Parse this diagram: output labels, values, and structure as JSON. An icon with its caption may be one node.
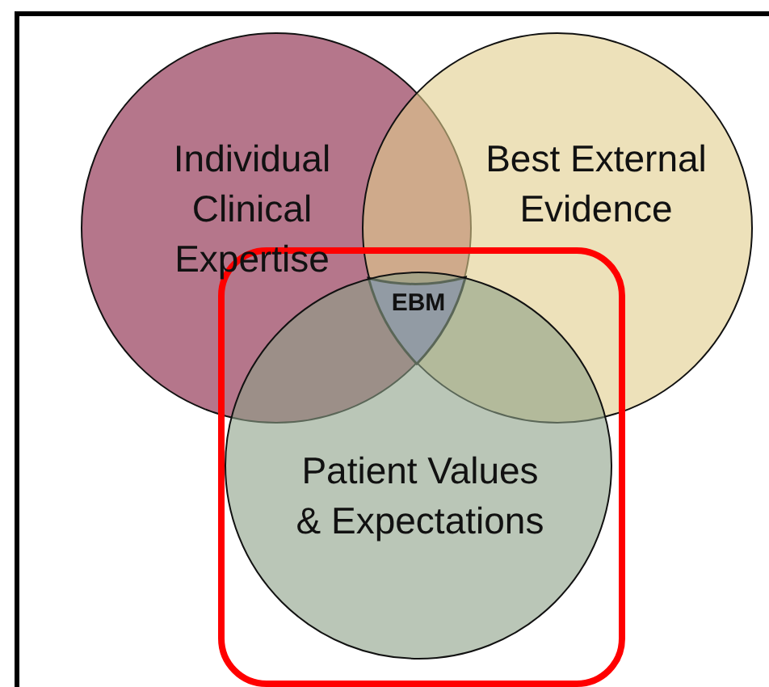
{
  "diagram": {
    "nodes": [
      {
        "text": [
          "Individual Clinical Expertise"
        ]
      },
      {
        "text": [
          "Best External Evidence"
        ]
      },
      {
        "text": [],
        "shape": "box"
      },
      {
        "text": [
          "Patient Values & Expectations"
        ],
        "in": 2
      },
      {
        "text": [
          "EBM"
        ]
      }
    ],
    "edges": []
  }
}
